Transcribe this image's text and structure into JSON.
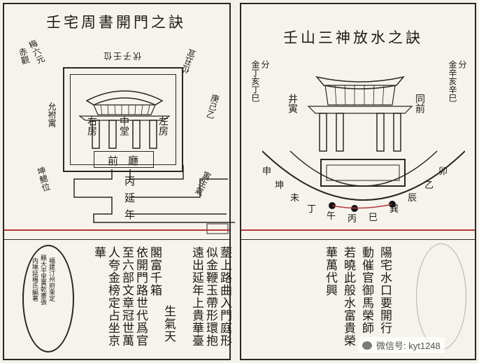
{
  "left_page": {
    "title": "壬宅周書開門之訣",
    "labels": {
      "top_center": "伏子壬位",
      "top_right": "位丑宜",
      "left_upper_a": "梅六元",
      "left_upper_b": "赤觀",
      "left_mid": "允祔寓",
      "left_low": "坤鰓位",
      "right_mid": "庚己乙",
      "right_low": "寅生氣"
    },
    "house": {
      "room_left": "右房",
      "room_center": "中堂",
      "room_right": "左房",
      "hall": "前廳",
      "path_1": "丙",
      "path_2": "延",
      "path_3": "年"
    },
    "text_columns": [
      "華",
      "閣富千箱",
      "依開門路世代爲官",
      "至六部文章冠世萬",
      "人夸金榜定占坐京",
      "塟上路曲入門庭形",
      "似金鞭玉帶形環抱",
      "遠出延年上貴華臺",
      "生氣天"
    ],
    "stamp_columns": [
      "福建汀州府束定",
      "縣大平里黄乾寨張",
      "内琳延楊氏編著"
    ]
  },
  "right_page": {
    "title": "壬山三神放水之訣",
    "side_left": [
      "分",
      "金丁亥丁巳"
    ],
    "side_right": [
      "分",
      "金辛亥辛巳"
    ],
    "inner_left": "井寅",
    "inner_right": "同前",
    "ring_chars": [
      "申",
      "坤",
      "未",
      "丁",
      "午",
      "丙",
      "巳",
      "巽",
      "辰",
      "乙",
      "卯"
    ],
    "text_columns": [
      "陽宅水口要開行",
      "動催官御馬榮師",
      "若曉此般水富貴榮",
      "華萬代興"
    ]
  },
  "watermark": "微信号: kyt1248"
}
